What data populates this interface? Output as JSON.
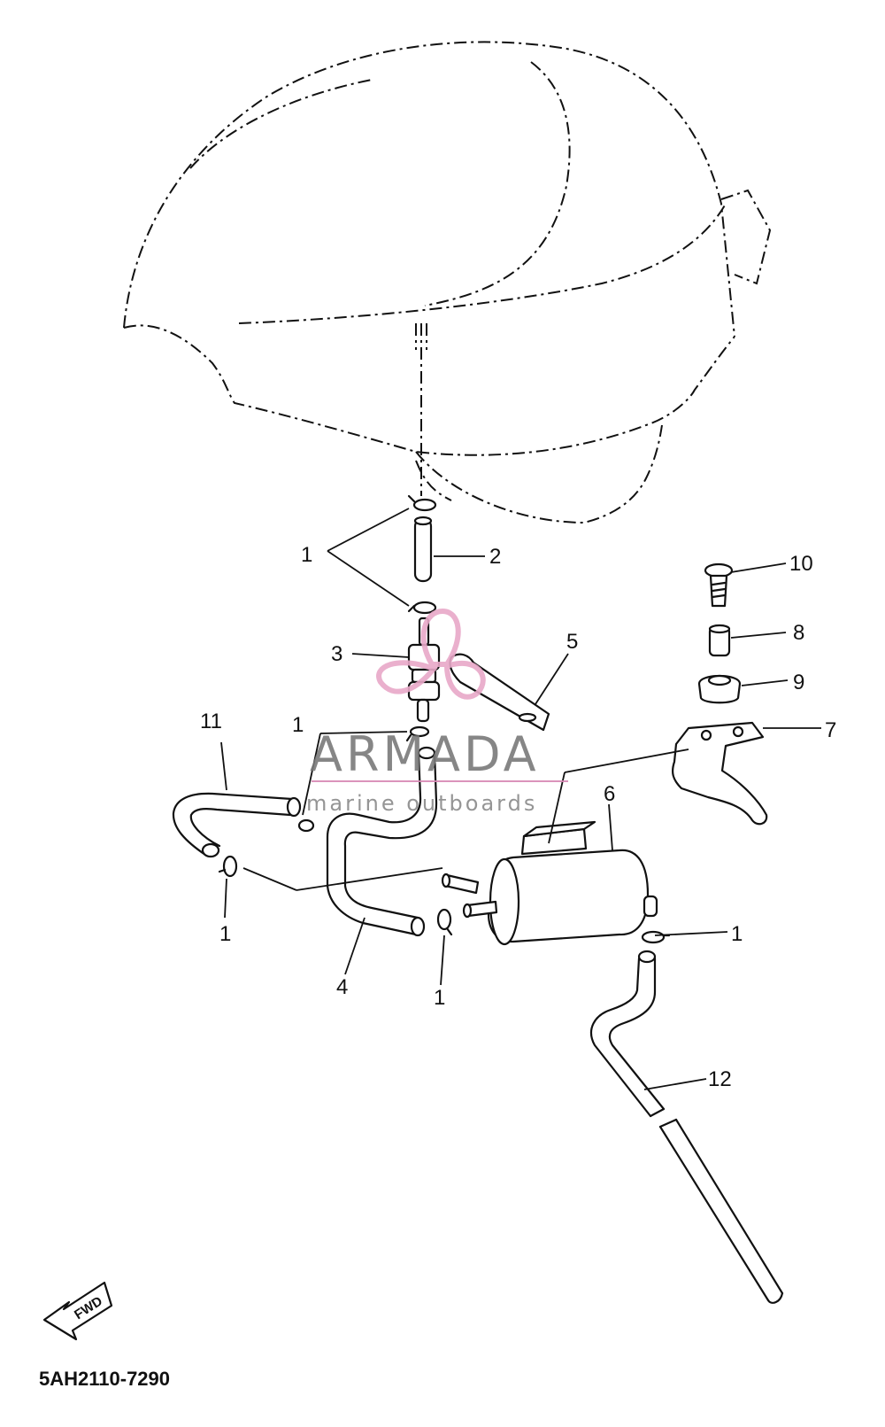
{
  "diagram": {
    "code": "5AH2110-7290",
    "fwd_label": "FWD",
    "watermark": {
      "brand": "ARMADA",
      "tagline": "marine outboards"
    },
    "callouts": [
      {
        "id": "c1a",
        "label": "1"
      },
      {
        "id": "c2",
        "label": "2"
      },
      {
        "id": "c3",
        "label": "3"
      },
      {
        "id": "c5",
        "label": "5"
      },
      {
        "id": "c10",
        "label": "10"
      },
      {
        "id": "c8",
        "label": "8"
      },
      {
        "id": "c9",
        "label": "9"
      },
      {
        "id": "c7",
        "label": "7"
      },
      {
        "id": "c11",
        "label": "11"
      },
      {
        "id": "c1b",
        "label": "1"
      },
      {
        "id": "c6",
        "label": "6"
      },
      {
        "id": "c1c",
        "label": "1"
      },
      {
        "id": "c1d",
        "label": "1"
      },
      {
        "id": "c4",
        "label": "4"
      },
      {
        "id": "c1e",
        "label": "1"
      },
      {
        "id": "c12",
        "label": "12"
      }
    ],
    "colors": {
      "line": "#111111",
      "watermark_logo": "#e8a8c8",
      "watermark_text": "#7a7a7a",
      "watermark_rule": "#d889b4"
    }
  }
}
